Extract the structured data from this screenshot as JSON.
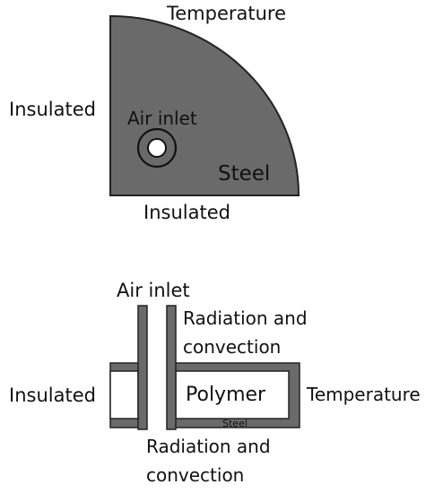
{
  "top_view": {
    "label_top": "Temperature",
    "label_left": "Insulated",
    "label_bottom": "Insulated",
    "label_inlet": "Air inlet",
    "label_material": "Steel"
  },
  "side_view": {
    "label_inlet": "Air inlet",
    "label_top_right": [
      "Radiation and",
      "convection"
    ],
    "label_bottom": [
      "Radiation and",
      "convection"
    ],
    "label_left": "Insulated",
    "label_right": "Temperature",
    "label_polymer": "Polymer",
    "label_steel": "Steel"
  },
  "colors": {
    "steel": "#6a6a6a",
    "outline": "#222222",
    "background": "#ffffff"
  }
}
